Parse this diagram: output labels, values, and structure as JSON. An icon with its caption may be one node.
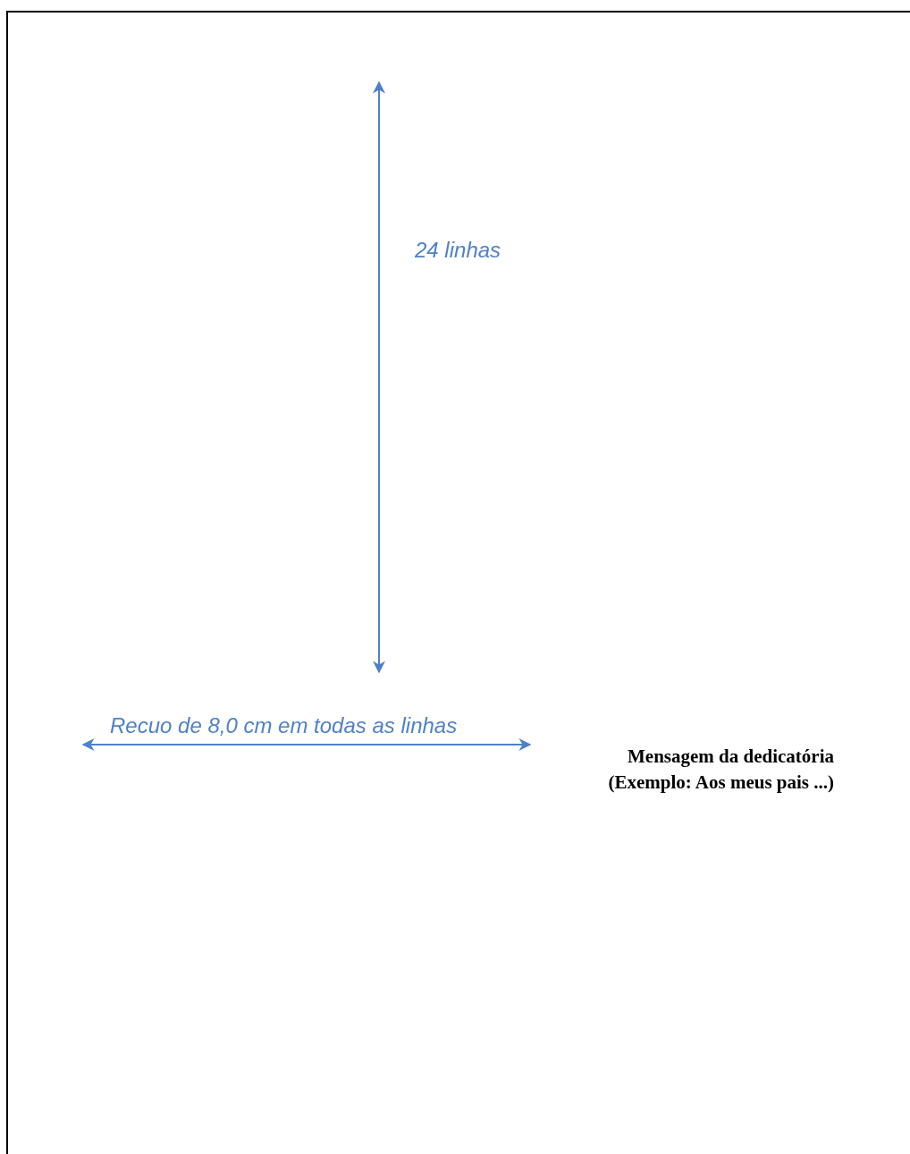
{
  "diagram": {
    "labels": [
      "24 linhas",
      "Recuo de 8,0 cm em todas as linhas",
      "Mensagem da dedicatória (Exemplo: Aos meus pais ...)"
    ]
  }
}
